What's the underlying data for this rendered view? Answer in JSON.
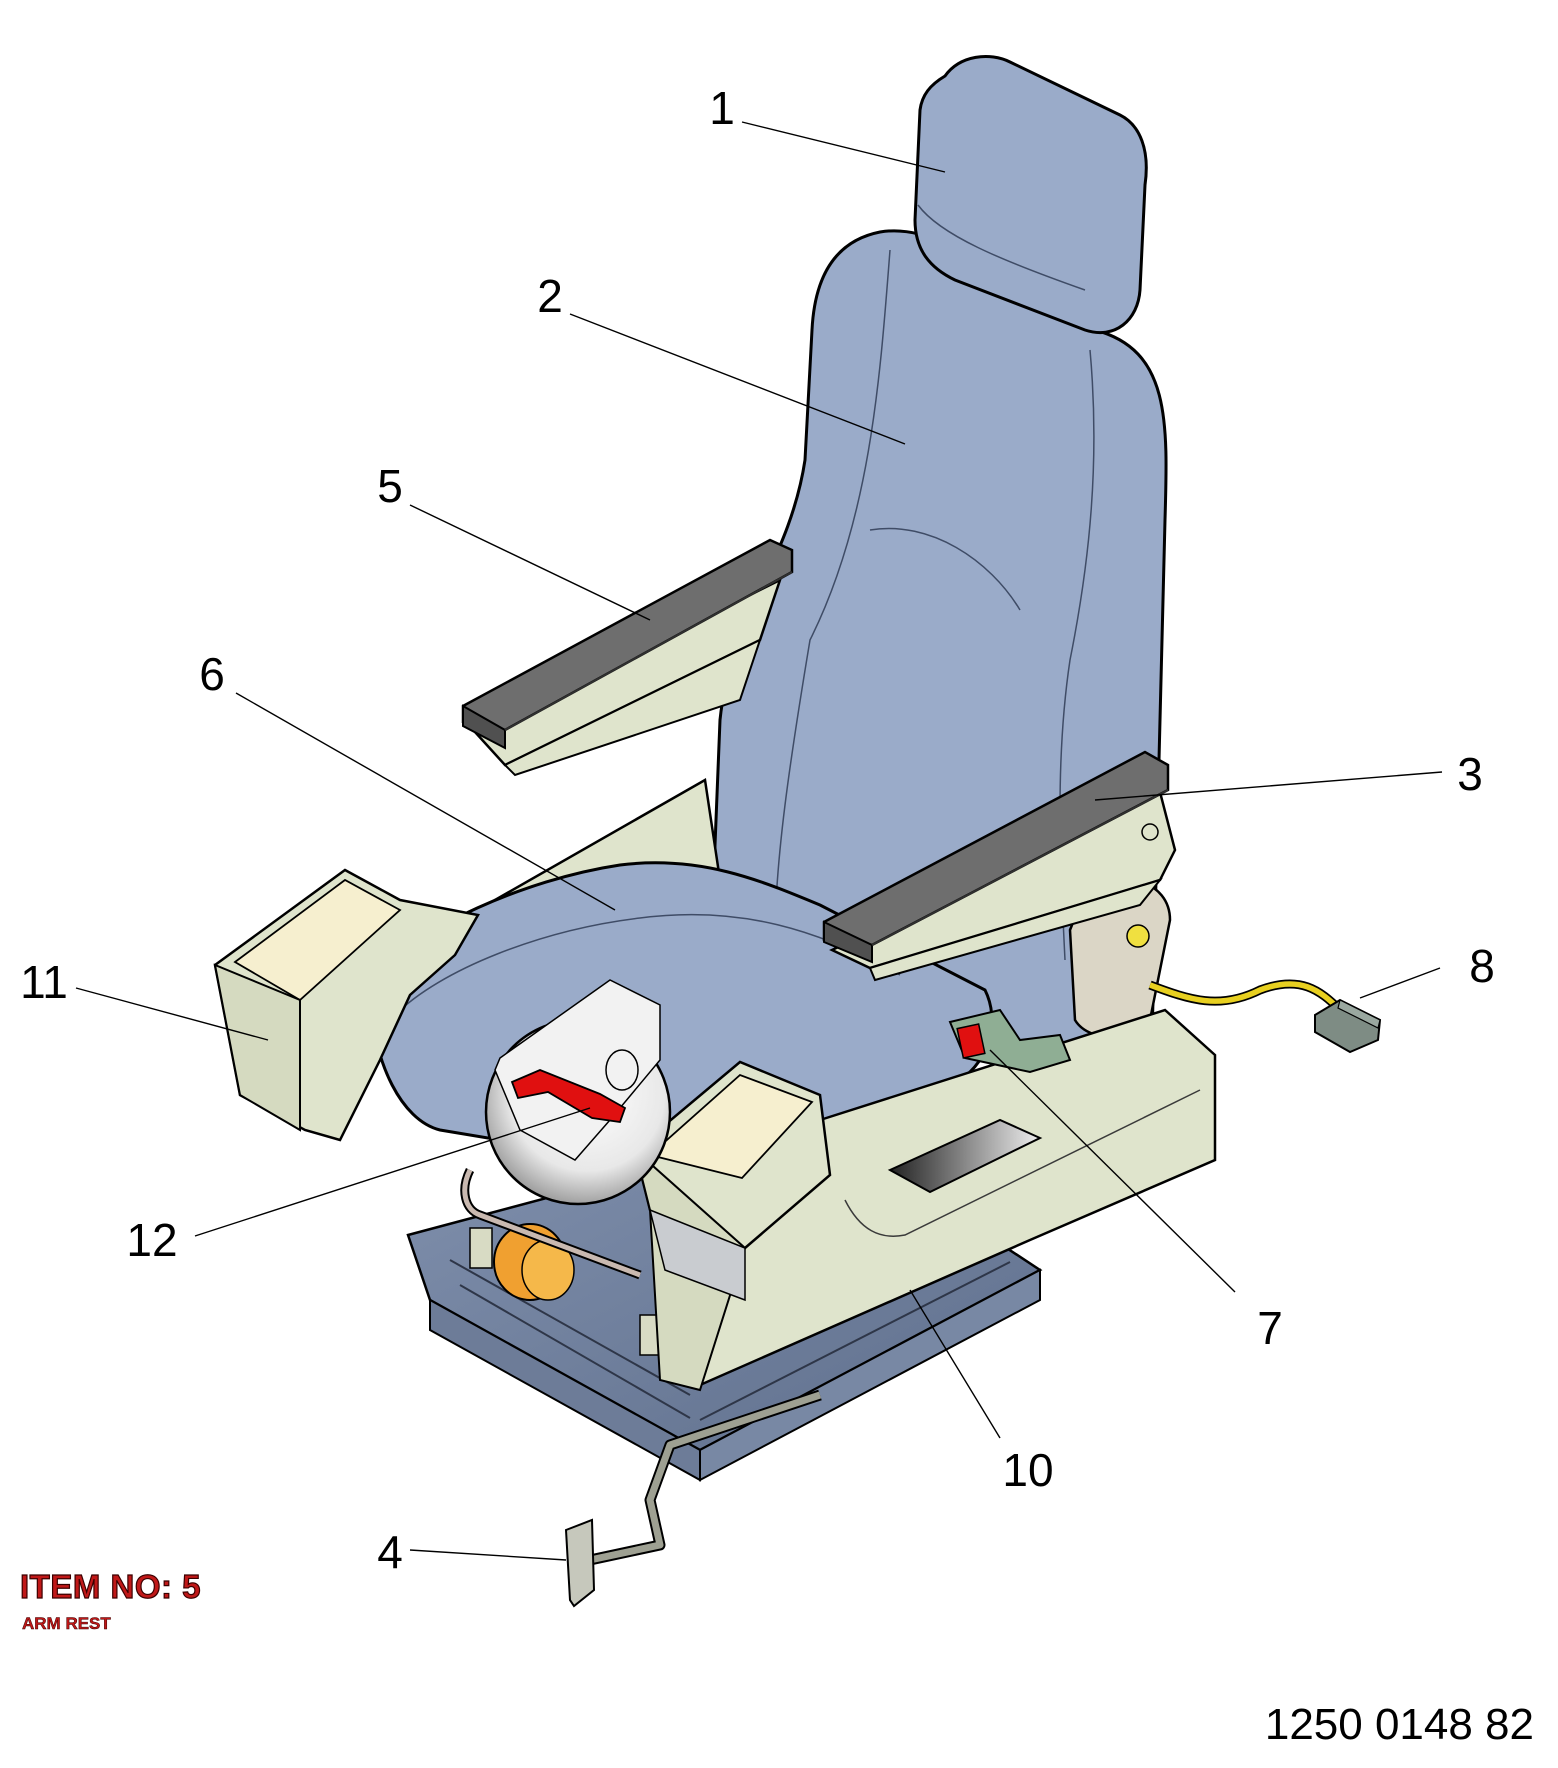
{
  "callouts": [
    {
      "id": "1",
      "label": "1"
    },
    {
      "id": "2",
      "label": "2"
    },
    {
      "id": "3",
      "label": "3"
    },
    {
      "id": "4",
      "label": "4"
    },
    {
      "id": "5",
      "label": "5"
    },
    {
      "id": "6",
      "label": "6"
    },
    {
      "id": "7",
      "label": "7"
    },
    {
      "id": "8",
      "label": "8"
    },
    {
      "id": "10",
      "label": "10"
    },
    {
      "id": "11",
      "label": "11"
    },
    {
      "id": "12",
      "label": "12"
    }
  ],
  "item": {
    "title": "ITEM NO: 5",
    "subtitle": "ARM REST"
  },
  "drawing_number": "1250 0148 82",
  "colors": {
    "upholstery": "#9aabc9",
    "frame": "#dfe4cc",
    "armrest_pad": "#6e6e6e",
    "lever": "#e01010",
    "knob": "#f0a030",
    "cable": "#e8d020"
  }
}
